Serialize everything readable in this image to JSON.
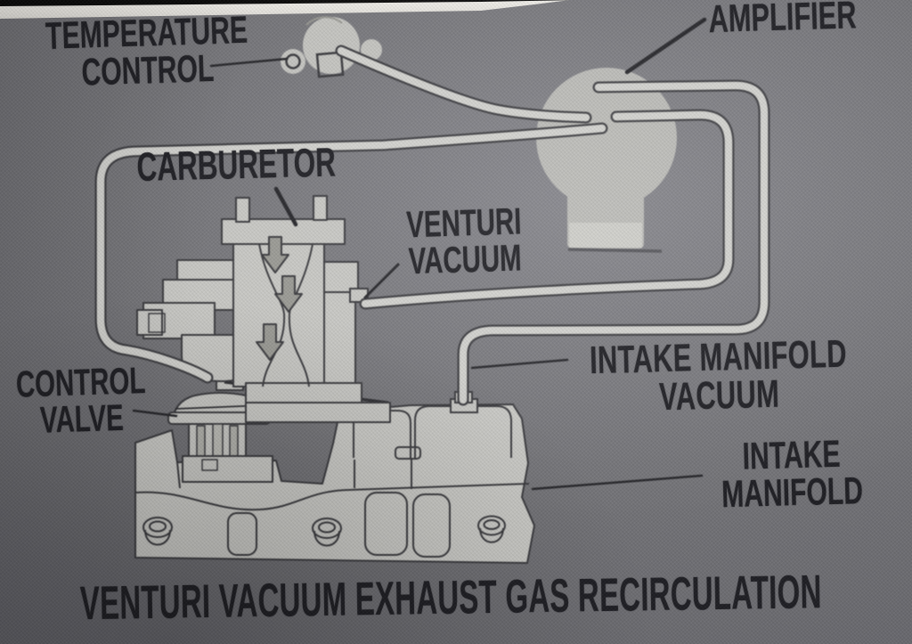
{
  "figure": {
    "title": "VENTURI VACUUM EXHAUST GAS RECIRCULATION",
    "labels": {
      "temperature_control": {
        "lines": [
          "TEMPERATURE",
          "CONTROL"
        ]
      },
      "amplifier": {
        "lines": [
          "AMPLIFIER"
        ]
      },
      "carburetor": {
        "lines": [
          "CARBURETOR"
        ]
      },
      "venturi_vacuum": {
        "lines": [
          "VENTURI",
          "VACUUM"
        ]
      },
      "control_valve": {
        "lines": [
          "CONTROL",
          "VALVE"
        ]
      },
      "intake_manifold_vacuum": {
        "lines": [
          "INTAKE MANIFOLD",
          "VACUUM"
        ]
      },
      "intake_manifold": {
        "lines": [
          "INTAKE",
          "MANIFOLD"
        ]
      }
    },
    "components": [
      "temperature-control-valve",
      "amplifier",
      "carburetor",
      "venturi-vacuum-tap",
      "egr-control-valve",
      "intake-manifold-vacuum-port",
      "intake-manifold"
    ],
    "colors": {
      "page_background": "#6e6e72",
      "artwork_fill": "#c9c9c5",
      "hose_fill": "#d3d3cf",
      "line_art": "#3a3a3e",
      "label_text": "#1f1f24",
      "page_edge_white": "#eceae6",
      "backdrop_black": "#0a0a0a"
    }
  }
}
